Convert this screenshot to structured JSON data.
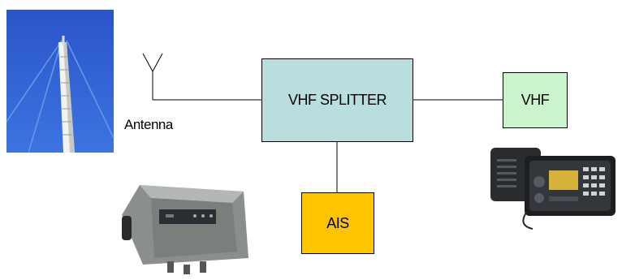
{
  "diagram": {
    "antenna_label": "Antenna",
    "splitter_label": "VHF SPLITTER",
    "vhf_label": "VHF",
    "ais_label": "AIS"
  },
  "colors": {
    "splitter_fill": "#b9dede",
    "vhf_fill": "#ccf4cc",
    "ais_fill": "#fcc500",
    "line": "#000000",
    "sky": "#2f5fd0",
    "mast": "#f2f2f0"
  },
  "icons": [
    "antenna-icon",
    "mast-photo",
    "ais-transponder-photo",
    "vhf-radio-photo"
  ]
}
